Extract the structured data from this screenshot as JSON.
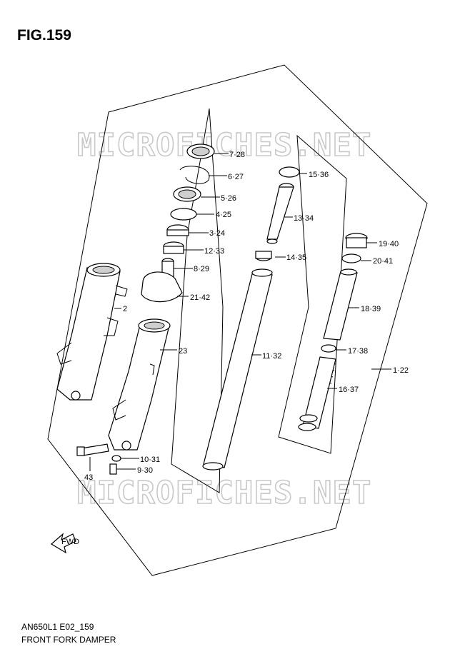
{
  "figure_title": "FIG.159",
  "footer": {
    "model_code": "AN650L1 E02_159",
    "section_name": "FRONT FORK DAMPER"
  },
  "watermark": "MICROFICHES.NET",
  "fwd_arrow_label": "FWD",
  "callouts": [
    {
      "id": "c1",
      "text": "7·28"
    },
    {
      "id": "c2",
      "text": "6·27"
    },
    {
      "id": "c3",
      "text": "5·26"
    },
    {
      "id": "c4",
      "text": "4·25"
    },
    {
      "id": "c5",
      "text": "3·24"
    },
    {
      "id": "c6",
      "text": "12·33"
    },
    {
      "id": "c7",
      "text": "8·29"
    },
    {
      "id": "c8",
      "text": "21·42"
    },
    {
      "id": "c9",
      "text": "2"
    },
    {
      "id": "c10",
      "text": "23"
    },
    {
      "id": "c11",
      "text": "11·32"
    },
    {
      "id": "c12",
      "text": "15·36"
    },
    {
      "id": "c13",
      "text": "13·34"
    },
    {
      "id": "c14",
      "text": "14·35"
    },
    {
      "id": "c15",
      "text": "19·40"
    },
    {
      "id": "c16",
      "text": "20·41"
    },
    {
      "id": "c17",
      "text": "18·39"
    },
    {
      "id": "c18",
      "text": "17·38"
    },
    {
      "id": "c19",
      "text": "1·22"
    },
    {
      "id": "c20",
      "text": "16·37"
    },
    {
      "id": "c21",
      "text": "10·31"
    },
    {
      "id": "c22",
      "text": "9·30"
    },
    {
      "id": "c23",
      "text": "43"
    }
  ]
}
